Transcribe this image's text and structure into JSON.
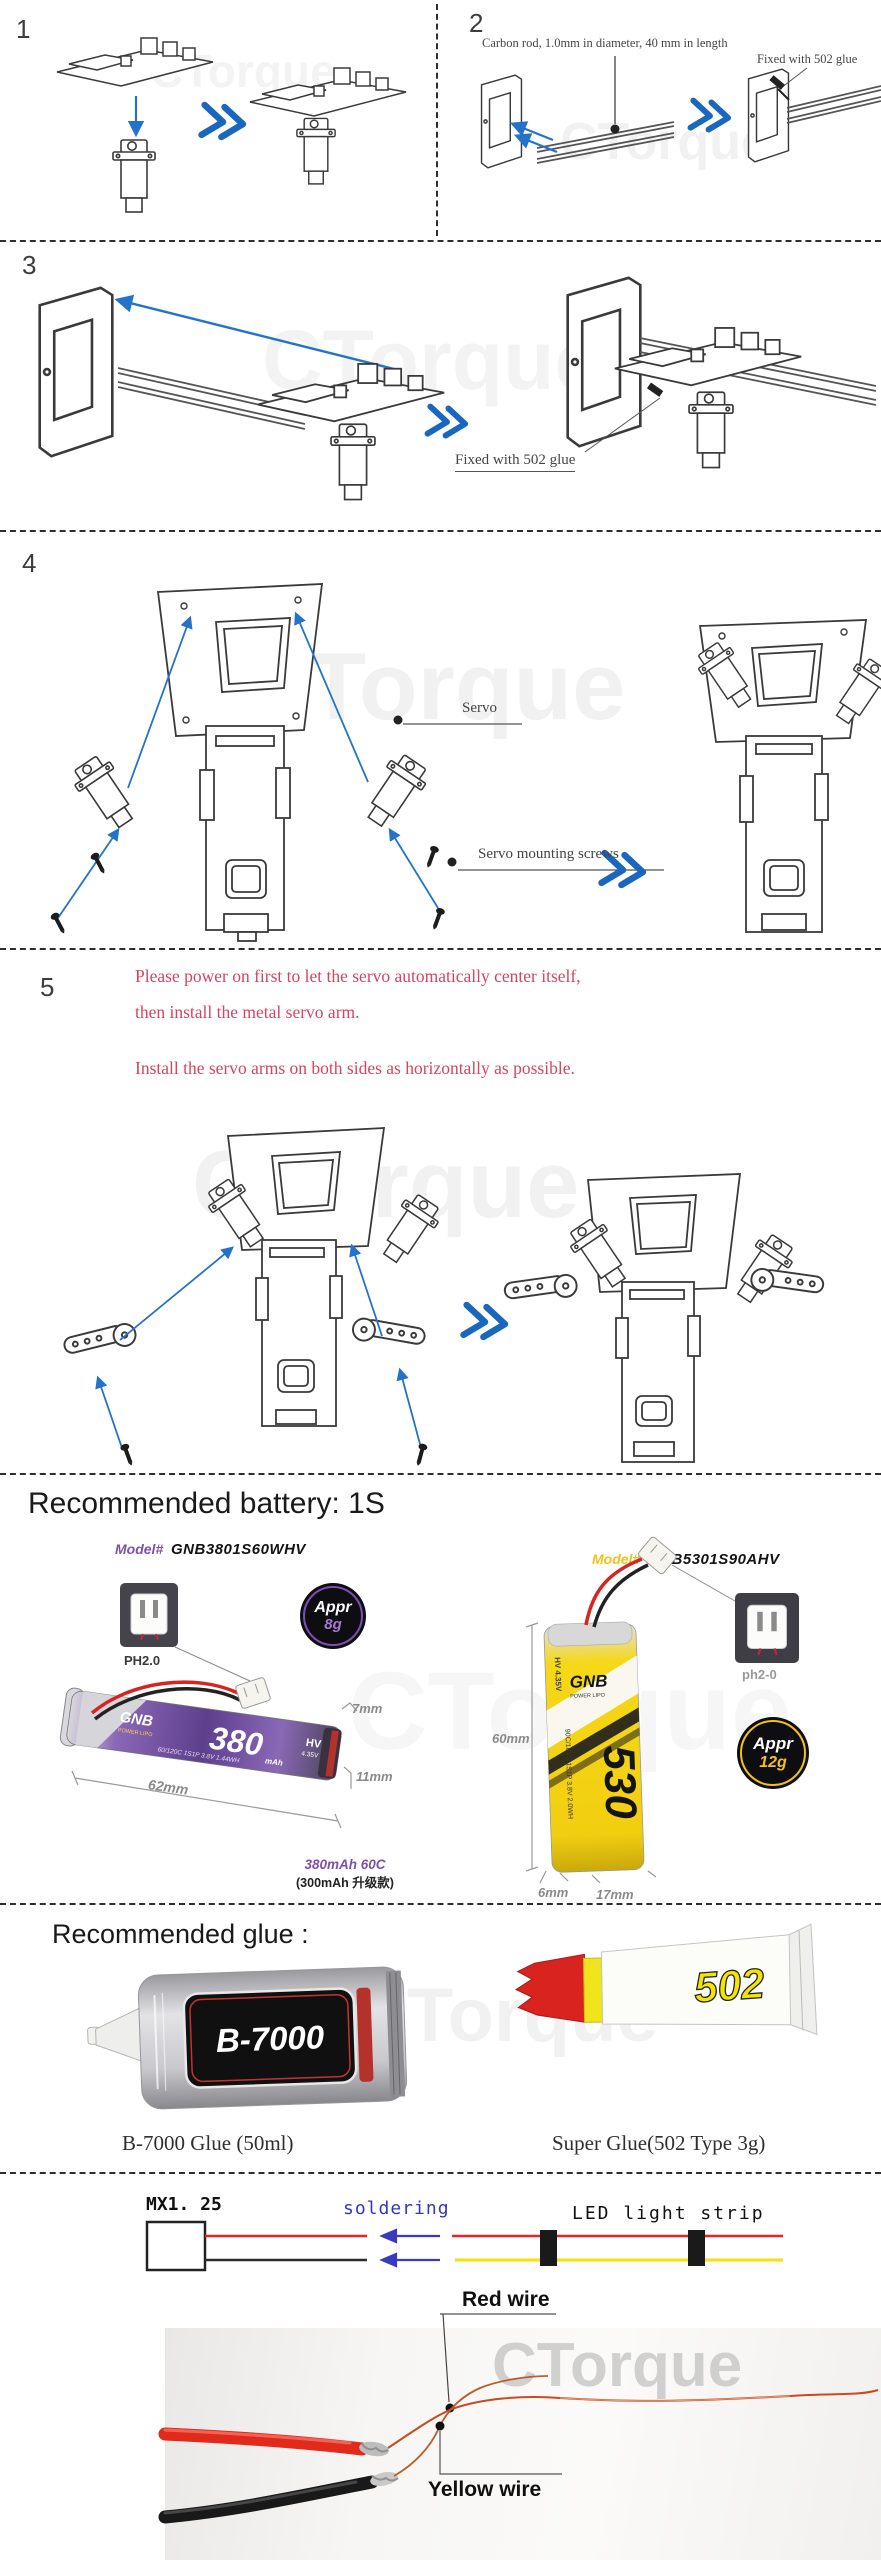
{
  "watermark": "CTorque",
  "colors": {
    "arrow_blue": "#1a67c0",
    "note_red": "#d44560",
    "purple": "#7d4fae",
    "yellow": "#f2c21a",
    "wire_red": "#e8242a",
    "wire_yellow": "#f2e21c",
    "soldering_blue": "#3535c2"
  },
  "steps": {
    "s1": {
      "num": "1"
    },
    "s2": {
      "num": "2",
      "carbon_rod_label": "Carbon rod, 1.0mm in diameter, 40 mm in length",
      "glue_label": "Fixed with 502 glue"
    },
    "s3": {
      "num": "3",
      "glue_label": "Fixed with 502 glue"
    },
    "s4": {
      "num": "4",
      "servo_label": "Servo",
      "screws_label": "Servo mounting screws"
    },
    "s5": {
      "num": "5",
      "note1_l1": "Please power on first to let the servo automatically center itself,",
      "note1_l2": "then install the metal servo arm.",
      "note2": "Install the servo arms on both sides as horizontally as possible."
    }
  },
  "battery": {
    "heading": "Recommended battery: 1S",
    "left": {
      "model_label": "Model#",
      "model": "GNB3801S60WHV",
      "connector": "PH2.0",
      "weight_label": "Appr",
      "weight": "8g",
      "brand": "GNB",
      "brand_sub": "POWER LIPO",
      "capacity": "380",
      "unit": "mAh",
      "hv": "HV",
      "voltage": "4.35V",
      "specs": "60/120C 1S1P 3.8V 1.44WH",
      "dim_h": "7mm",
      "dim_l": "62mm",
      "dim_w": "11mm",
      "note1": "380mAh 60C",
      "note2": "(300mAh 升级款)"
    },
    "right": {
      "model_label": "Model#",
      "model": "GNB5301S90AHV",
      "connector": "ph2-0",
      "weight_label": "Appr",
      "weight": "12g",
      "brand": "GNB",
      "brand_sub": "POWER LIPO",
      "capacity": "530",
      "hv": "HV 4.35V",
      "specs": "90C/180C 1S1P 3.8V 2.0WH",
      "dim_h": "60mm",
      "dim_b1": "6mm",
      "dim_b2": "17mm"
    }
  },
  "glue": {
    "heading": "Recommended glue :",
    "b7000_label": "B-7000",
    "b7000_caption": "B-7000 Glue (50ml)",
    "g502_label": "502",
    "g502_caption": "Super Glue(502 Type 3g)"
  },
  "soldering": {
    "connector": "MX1. 25",
    "action": "soldering",
    "strip": "LED light strip",
    "red_wire": "Red wire",
    "yellow_wire": "Yellow wire"
  }
}
